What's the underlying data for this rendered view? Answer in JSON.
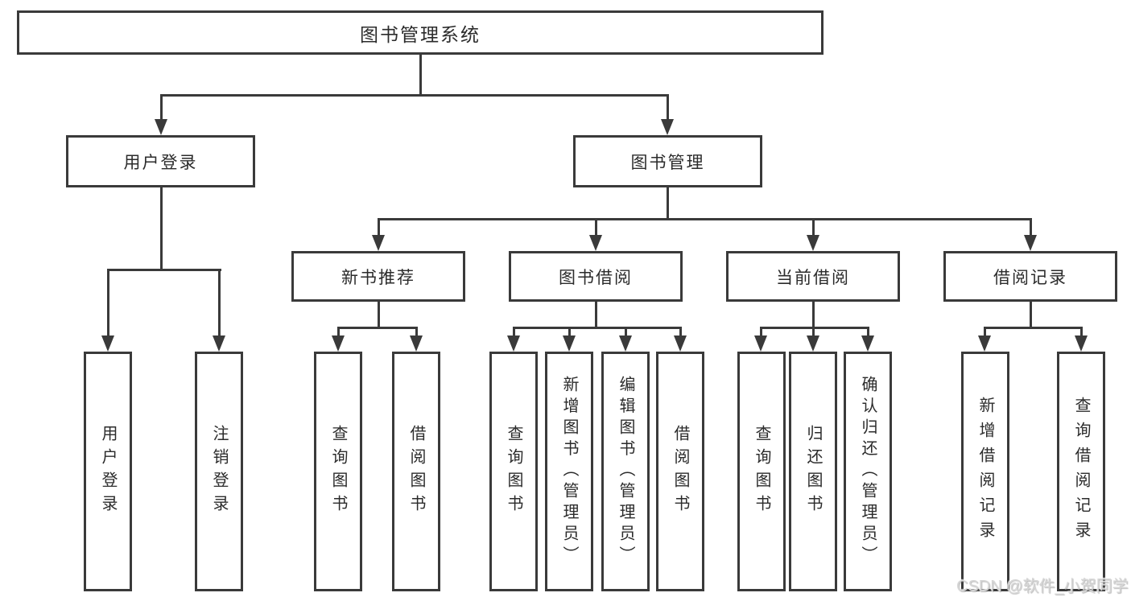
{
  "diagram_type": "feature-tree",
  "tree": {
    "label": "图书管理系统",
    "children": [
      {
        "label": "用户登录",
        "children": [
          {
            "label": "用户登录"
          },
          {
            "label": "注销登录"
          }
        ]
      },
      {
        "label": "图书管理",
        "children": [
          {
            "label": "新书推荐",
            "children": [
              {
                "label": "查询图书"
              },
              {
                "label": "借阅图书"
              }
            ]
          },
          {
            "label": "图书借阅",
            "children": [
              {
                "label": "查询图书"
              },
              {
                "label": "新增图书（管理员）"
              },
              {
                "label": "编辑图书（管理员）"
              },
              {
                "label": "借阅图书"
              }
            ]
          },
          {
            "label": "当前借阅",
            "children": [
              {
                "label": "查询图书"
              },
              {
                "label": "归还图书"
              },
              {
                "label": "确认归还（管理员）"
              }
            ]
          },
          {
            "label": "借阅记录",
            "children": [
              {
                "label": "新增借阅记录"
              },
              {
                "label": "查询借阅记录"
              }
            ]
          }
        ]
      }
    ]
  },
  "watermark": {
    "text": "CSDN @软件_小贺同学"
  },
  "colors": {
    "line": "#3a3a3a",
    "text": "#2b2b2b",
    "background": "#ffffff",
    "watermark": "#d6d6d6"
  }
}
